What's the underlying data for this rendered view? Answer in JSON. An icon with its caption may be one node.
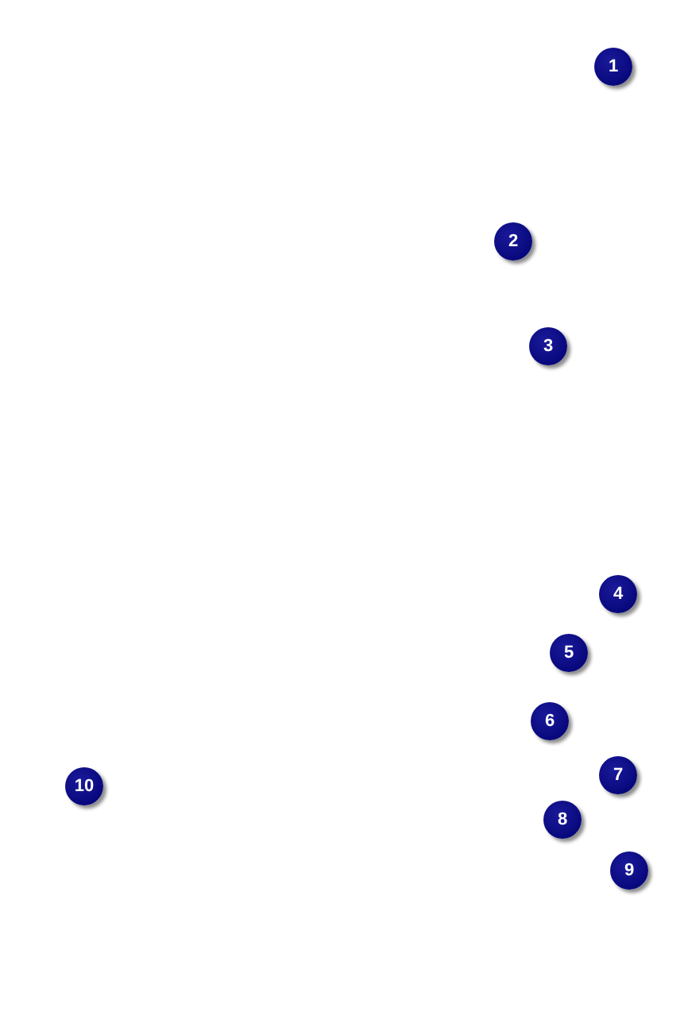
{
  "diagram": {
    "labels": [
      "1",
      "2",
      "3",
      "4",
      "5",
      "6",
      "7",
      "10",
      "8",
      "9"
    ]
  }
}
